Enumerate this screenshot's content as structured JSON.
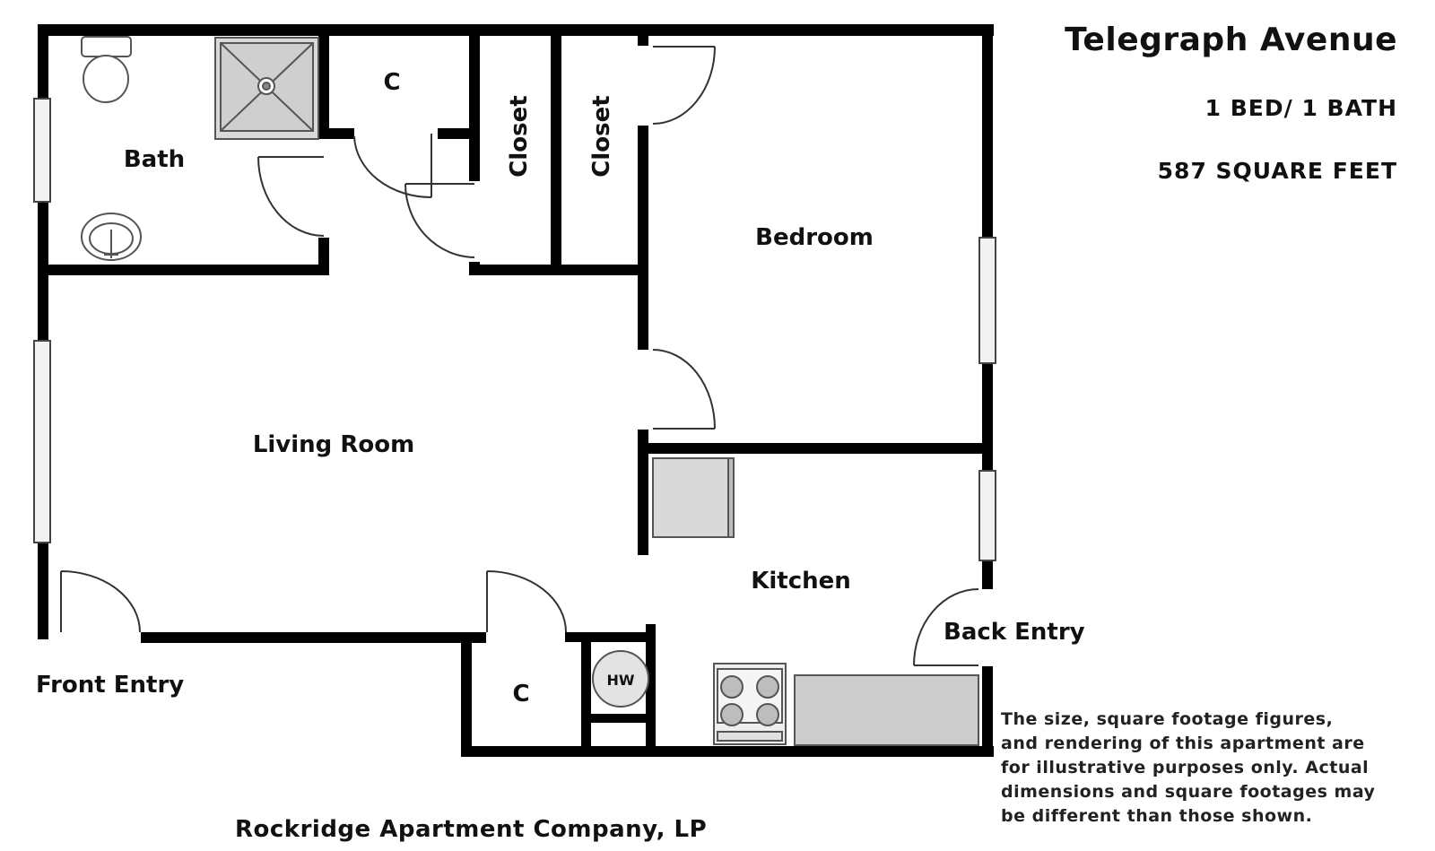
{
  "header": {
    "title": "Telegraph Avenue",
    "beds_baths": "1 BED/ 1 BATH",
    "square_feet": "587 SQUARE FEET"
  },
  "rooms": {
    "bath": "Bath",
    "closet_c_top": "C",
    "closet_1": "Closet",
    "closet_2": "Closet",
    "bedroom": "Bedroom",
    "living_room": "Living Room",
    "kitchen": "Kitchen",
    "front_entry": "Front Entry",
    "back_entry": "Back Entry",
    "closet_c_bottom": "C",
    "water_heater": "HW"
  },
  "disclaimer": "The size, square footage figures,\nand rendering of this apartment are\nfor illustrative purposes only. Actual\ndimensions and square footages may\nbe different than those shown.",
  "company": "Rockridge Apartment Company, LP",
  "colors": {
    "wall": "#000000",
    "fixture_fill": "#d9d9d9",
    "fixture_stroke": "#555555",
    "window_fill": "#f2f2f2"
  }
}
